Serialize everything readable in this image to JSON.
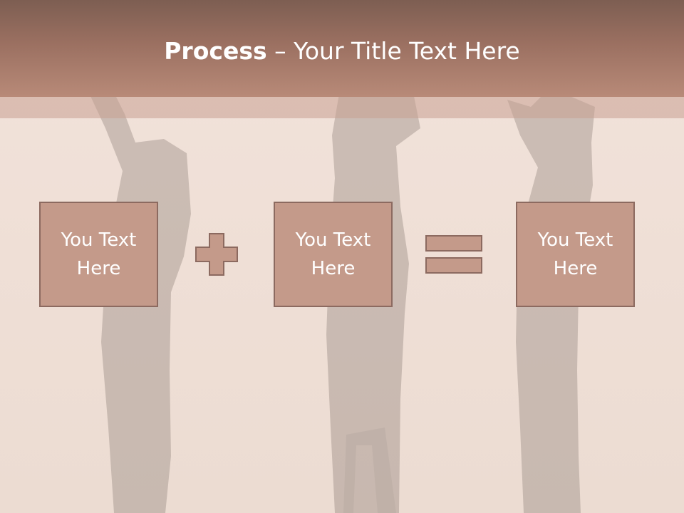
{
  "title": {
    "bold": "Process",
    "rest": " – Your Title Text Here"
  },
  "process": {
    "items": [
      {
        "label": "You Text Here"
      },
      {
        "label": "You Text Here"
      },
      {
        "label": "You Text Here"
      }
    ],
    "operators": [
      "plus-icon",
      "equals-icon"
    ]
  },
  "colors": {
    "title_band": "#9b7061",
    "box_fill": "#c49a8a",
    "box_border": "#8c6a60",
    "background": "#efdfd6"
  }
}
